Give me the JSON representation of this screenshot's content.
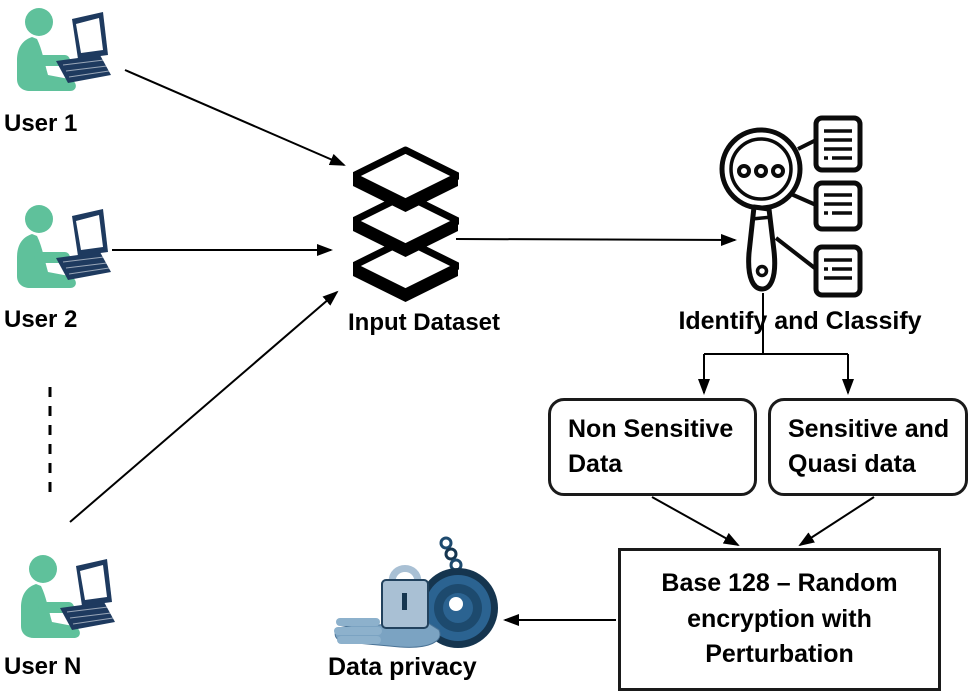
{
  "users": [
    {
      "label": "User 1"
    },
    {
      "label": "User 2"
    },
    {
      "label": "User N"
    }
  ],
  "nodes": {
    "input_dataset": {
      "label": "Input Dataset"
    },
    "identify_classify": {
      "label": "Identify and Classify"
    },
    "non_sensitive": {
      "text": "Non Sensitive\nData"
    },
    "sensitive_quasi": {
      "text": "Sensitive and\nQuasi data"
    },
    "encryption": {
      "text": "Base 128 – Random\nencryption with\nPerturbation"
    },
    "data_privacy": {
      "label": "Data privacy"
    }
  },
  "theme": {
    "person_green": "#5fc19b",
    "laptop_navy": "#1e3a5f",
    "line_black": "#000000",
    "box_border": "#1a1a1a",
    "lock_blue_darkest": "#15354f",
    "lock_blue_dark": "#1d4a6e",
    "lock_blue_mid": "#2b6391",
    "lock_blue_light": "#a9c0d4",
    "hand_blue": "#7ba3c2",
    "finger_blue": "#8db1cc"
  }
}
